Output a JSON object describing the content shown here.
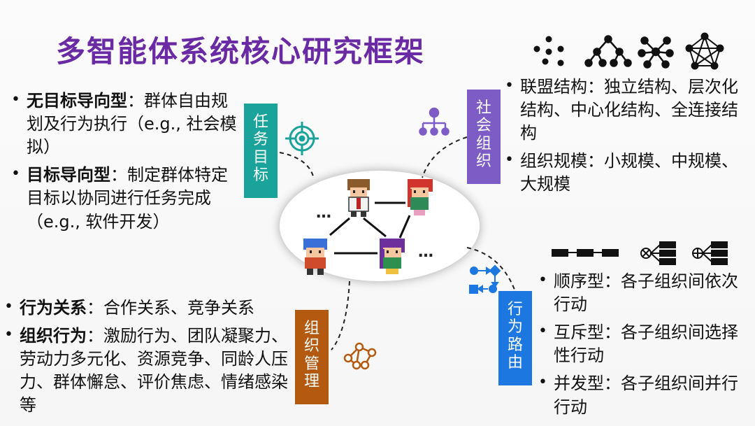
{
  "title": "多智能体系统核心研究框架",
  "left_top": {
    "item1": {
      "bold": "无目标导向型",
      "text": "：群体自由规划及行为执行（e.g., 社会模拟）"
    },
    "item2": {
      "bold": "目标导向型",
      "text": "：制定群体特定目标以协同进行任务完成（e.g., 软件开发）"
    }
  },
  "left_bottom": {
    "item1": {
      "bold": "行为关系",
      "text": "：合作关系、竞争关系"
    },
    "item2": {
      "bold": "组织行为",
      "text": "：激励行为、团队凝聚力、劳动力多元化、资源竞争、同龄人压力、群体懈怠、评价焦虑、情绪感染等"
    }
  },
  "right_top": {
    "item1": "联盟结构：独立结构、层次化结构、中心化结构、全连接结构",
    "item2": "组织规模：小规模、中规模、大规模"
  },
  "right_bottom": {
    "item1": "顺序型：各子组织间依次行动",
    "item2": "互斥型：各子组织间选择性行动",
    "item3": "并发型：各子组织间并行行动"
  },
  "tags": {
    "task": [
      "任",
      "务",
      "目",
      "标"
    ],
    "social": [
      "社",
      "会",
      "组",
      "织"
    ],
    "org": [
      "组",
      "织",
      "管",
      "理"
    ],
    "route": [
      "行",
      "为",
      "路",
      "由"
    ]
  },
  "ellipsis": "…",
  "icons": {
    "task": "target-icon",
    "social": "org-chart-icon",
    "org": "network-icon",
    "route": "flow-icon",
    "structures": [
      "independent-structure-icon",
      "hierarchical-structure-icon",
      "centralized-structure-icon",
      "fully-connected-structure-icon"
    ],
    "routing": [
      "sequential-icon",
      "exclusive-icon",
      "concurrent-icon"
    ]
  },
  "colors": {
    "title": "#6a2aa4",
    "task": "#1aa39b",
    "social": "#7d5cc6",
    "org": "#b35a10",
    "route": "#1c78e0"
  }
}
